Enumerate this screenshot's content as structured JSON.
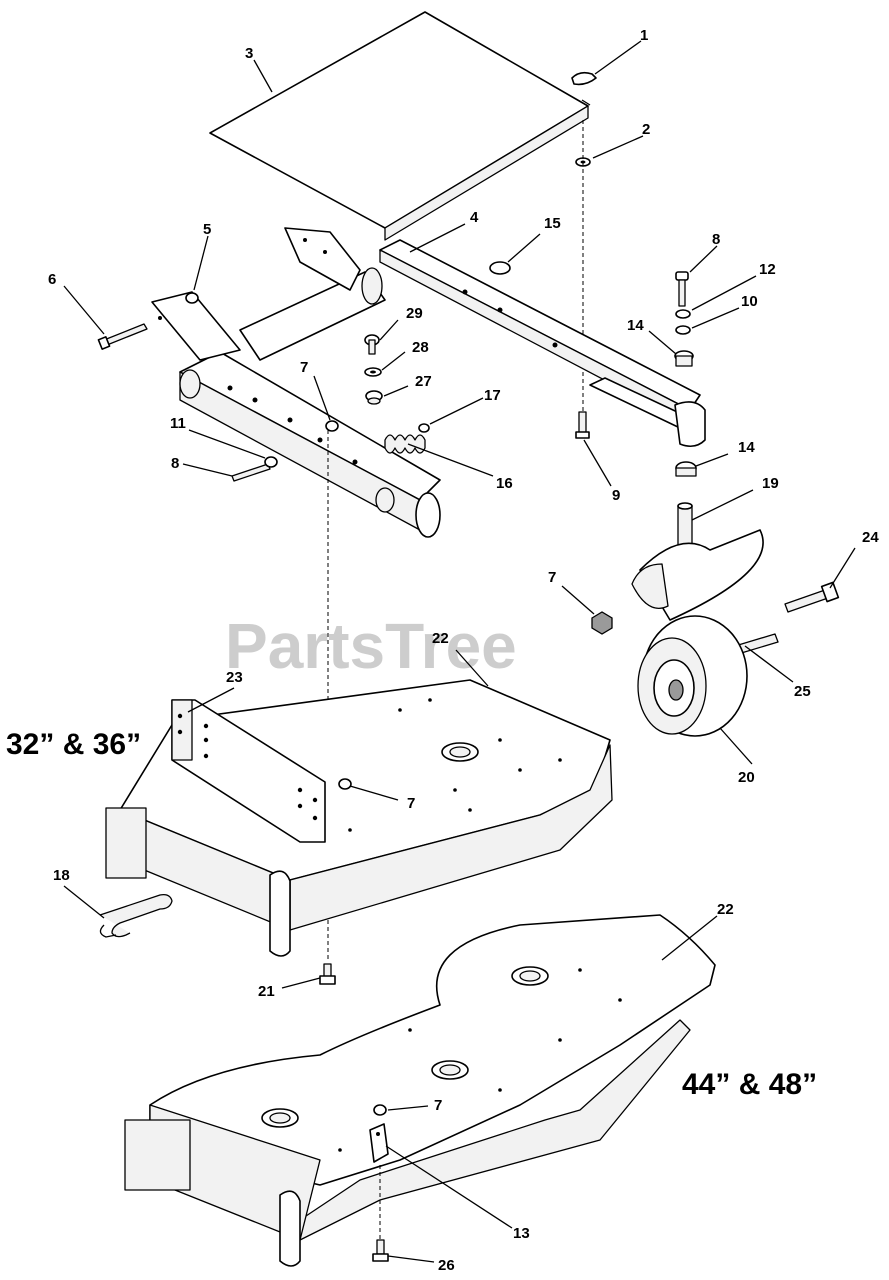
{
  "watermark": "PartsTree",
  "size_labels": {
    "small_deck": "32” & 36”",
    "large_deck": "44” & 48”"
  },
  "callouts": {
    "c1": "1",
    "c2": "2",
    "c3": "3",
    "c4": "4",
    "c5": "5",
    "c6": "6",
    "c7a": "7",
    "c7b": "7",
    "c7c": "7",
    "c7d": "7",
    "c8a": "8",
    "c8b": "8",
    "c9": "9",
    "c10": "10",
    "c11": "11",
    "c12": "12",
    "c13": "13",
    "c14a": "14",
    "c14b": "14",
    "c15": "15",
    "c16": "16",
    "c17": "17",
    "c18": "18",
    "c19": "19",
    "c20": "20",
    "c21": "21",
    "c22a": "22",
    "c22b": "22",
    "c23": "23",
    "c24": "24",
    "c25": "25",
    "c26": "26",
    "c27": "27",
    "c28": "28",
    "c29": "29"
  }
}
